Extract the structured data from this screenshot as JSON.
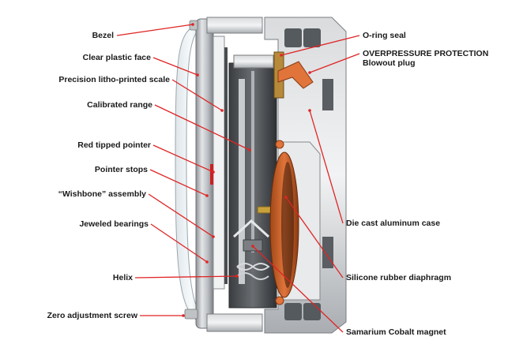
{
  "diagram": {
    "subject": "",
    "leader_color": "#e02424",
    "labels_left": [
      {
        "id": "bezel",
        "text": "Bezel"
      },
      {
        "id": "clear-plastic-face",
        "text": "Clear plastic face"
      },
      {
        "id": "precision-scale",
        "text": "Precision litho-printed scale"
      },
      {
        "id": "calibrated-range",
        "text": "Calibrated range"
      },
      {
        "id": "red-tipped-pointer",
        "text": "Red tipped pointer"
      },
      {
        "id": "pointer-stops",
        "text": "Pointer stops"
      },
      {
        "id": "wishbone-assembly",
        "text": "“Wishbone” assembly"
      },
      {
        "id": "jeweled-bearings",
        "text": "Jeweled bearings"
      },
      {
        "id": "helix",
        "text": "Helix"
      },
      {
        "id": "zero-adjustment-screw",
        "text": "Zero adjustment screw"
      }
    ],
    "labels_right": [
      {
        "id": "o-ring-seal",
        "text": "O-ring seal"
      },
      {
        "id": "overpressure-protection",
        "text": "OVERPRESSURE PROTECTION",
        "text2": "Blowout plug"
      },
      {
        "id": "die-cast-case",
        "text": "Die cast aluminum case"
      },
      {
        "id": "silicone-diaphragm",
        "text": "Silicone rubber diaphragm"
      },
      {
        "id": "samarium-magnet",
        "text": "Samarium Cobalt magnet"
      }
    ]
  }
}
